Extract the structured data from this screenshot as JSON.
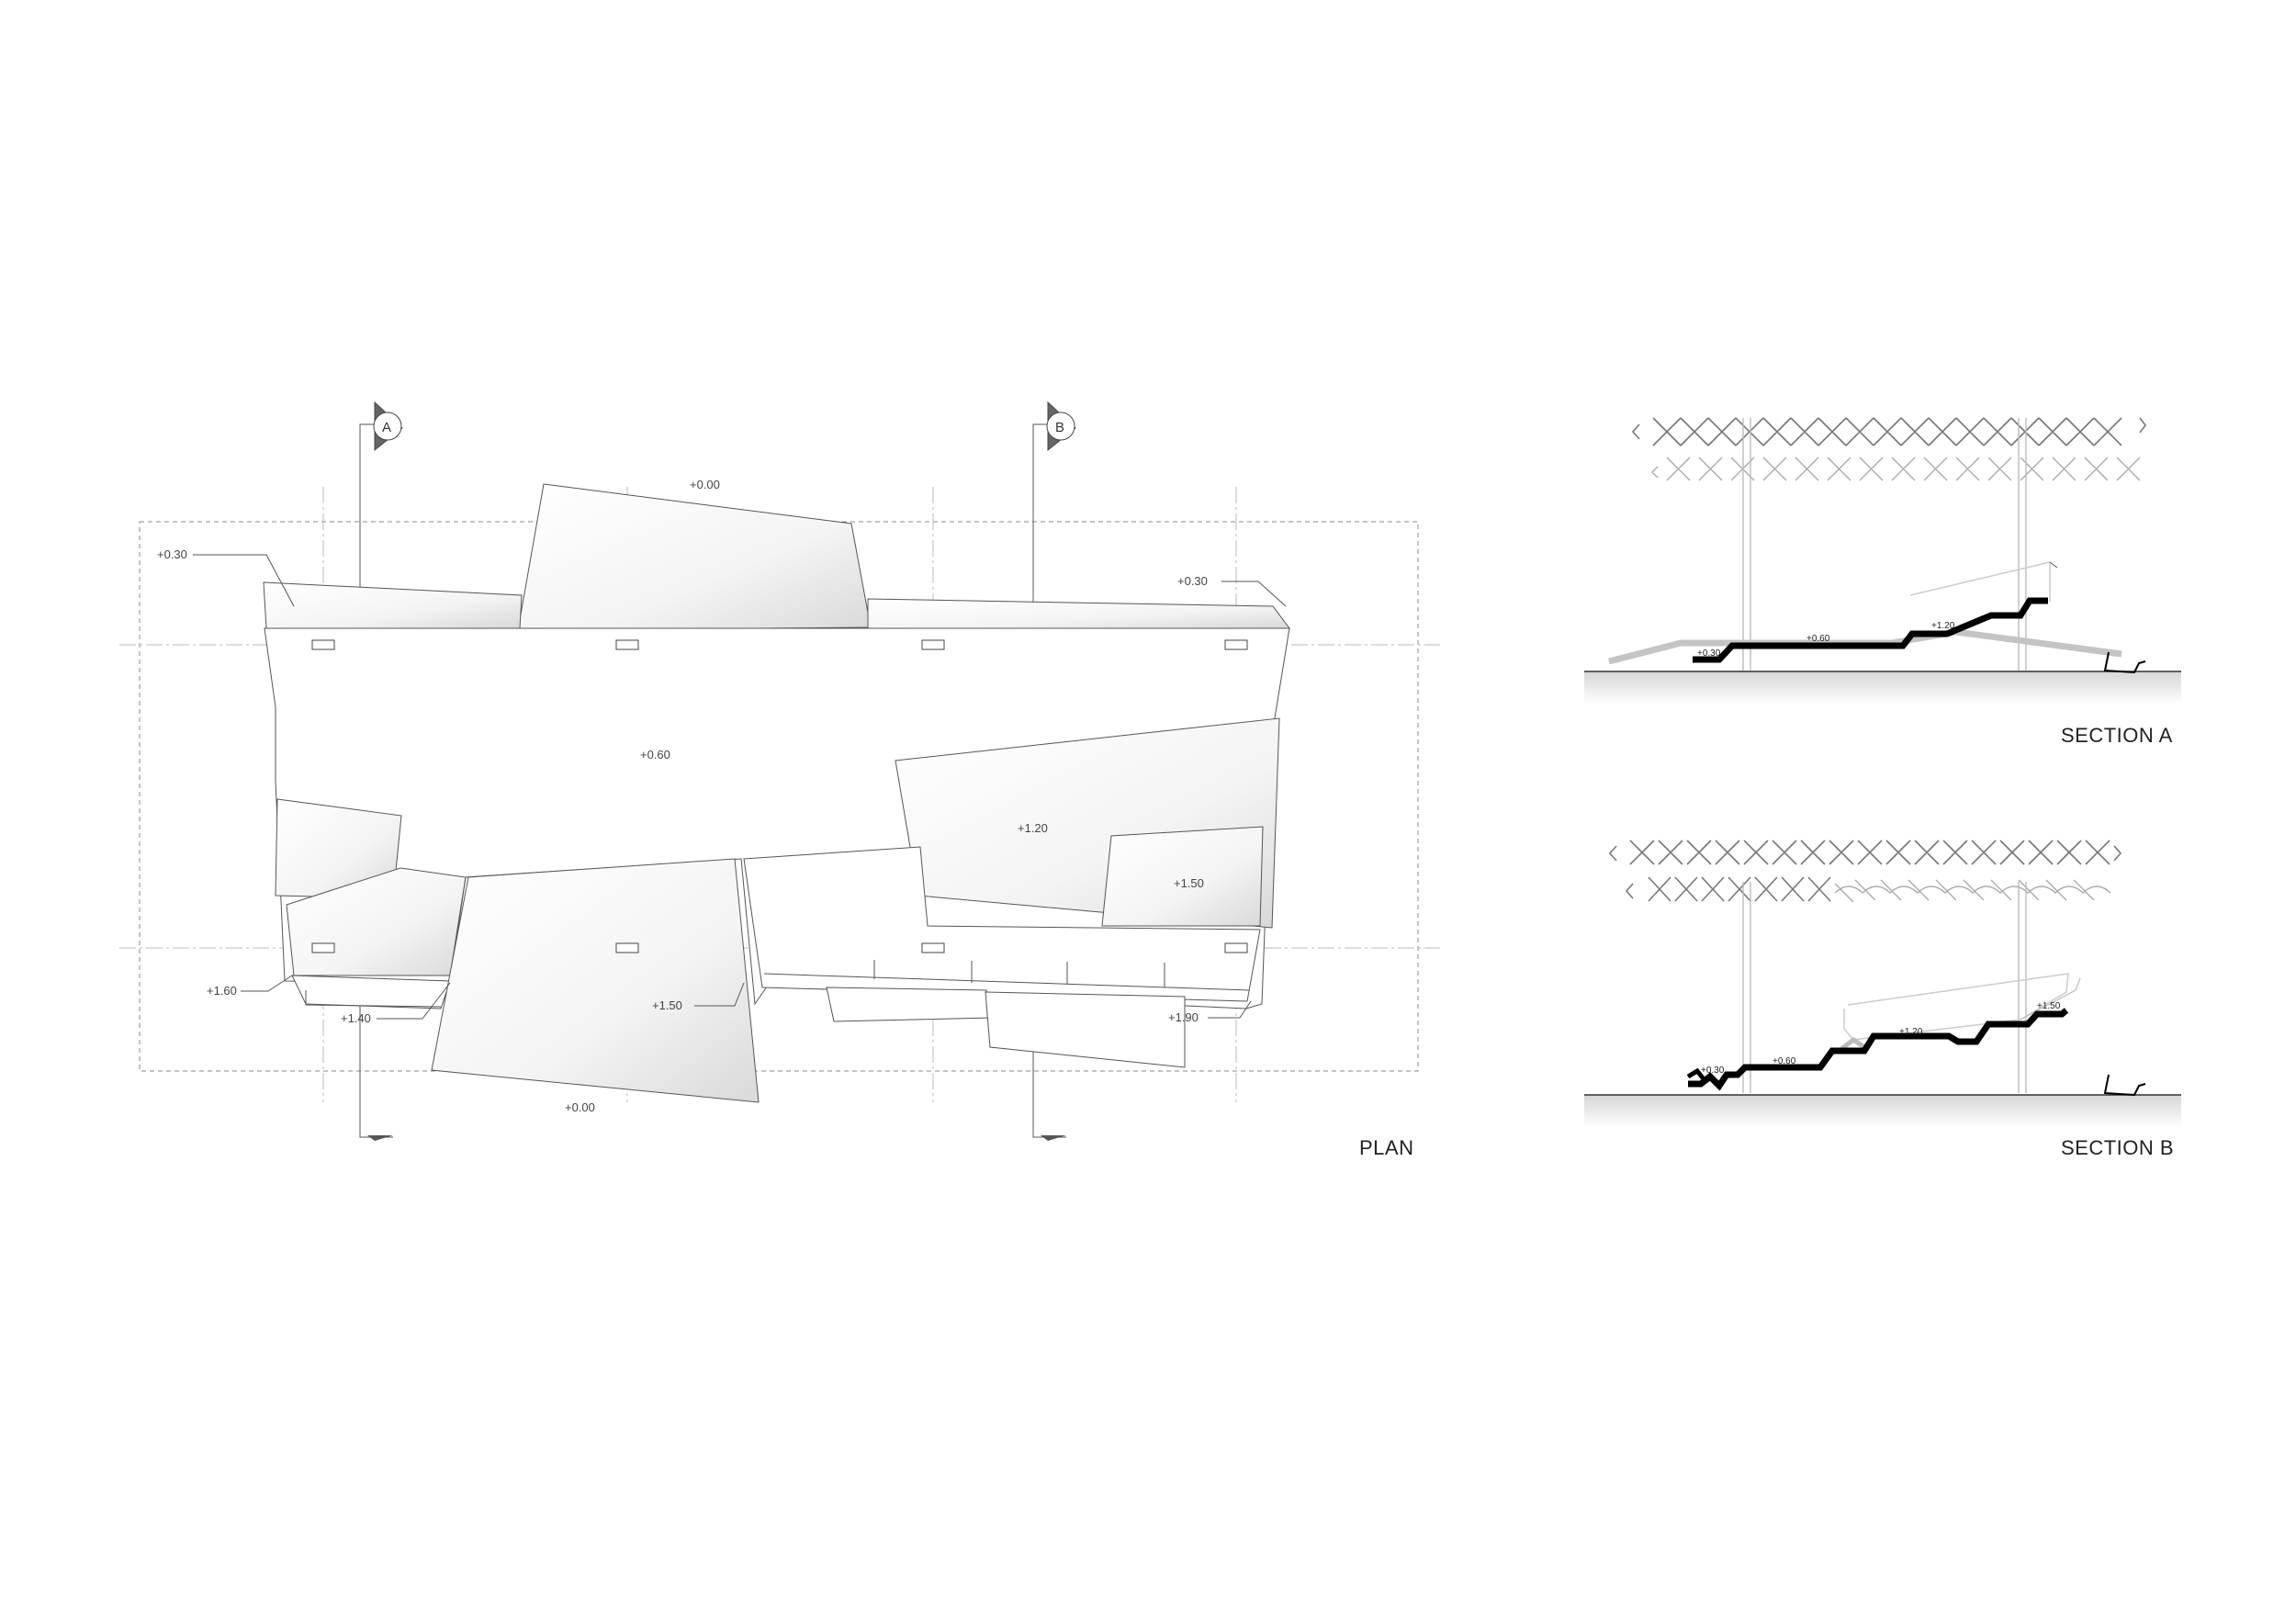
{
  "plan": {
    "title": "PLAN",
    "levels": {
      "top_entry": "+0.00",
      "bottom_entry": "+0.00",
      "left_upper": "+0.30",
      "right_upper": "+0.30",
      "central": "+0.60",
      "right_mid": "+1.20",
      "right_inner": "+1.50",
      "bottom_mid": "+1.50",
      "left_low": "+1.60",
      "left_low_inner": "+1.40",
      "right_low": "+1.90"
    },
    "section_markers": [
      "A",
      "B"
    ]
  },
  "section_a": {
    "title": "SECTION A",
    "levels": [
      "+0.30",
      "+0.60",
      "+1.20"
    ]
  },
  "section_b": {
    "title": "SECTION B",
    "levels": [
      "+0.30",
      "+0.60",
      "+1.20",
      "+1.50"
    ]
  },
  "colors": {
    "line": "#555555",
    "profile": "#000000",
    "ghost": "#bbbbbb",
    "text": "#444444"
  }
}
